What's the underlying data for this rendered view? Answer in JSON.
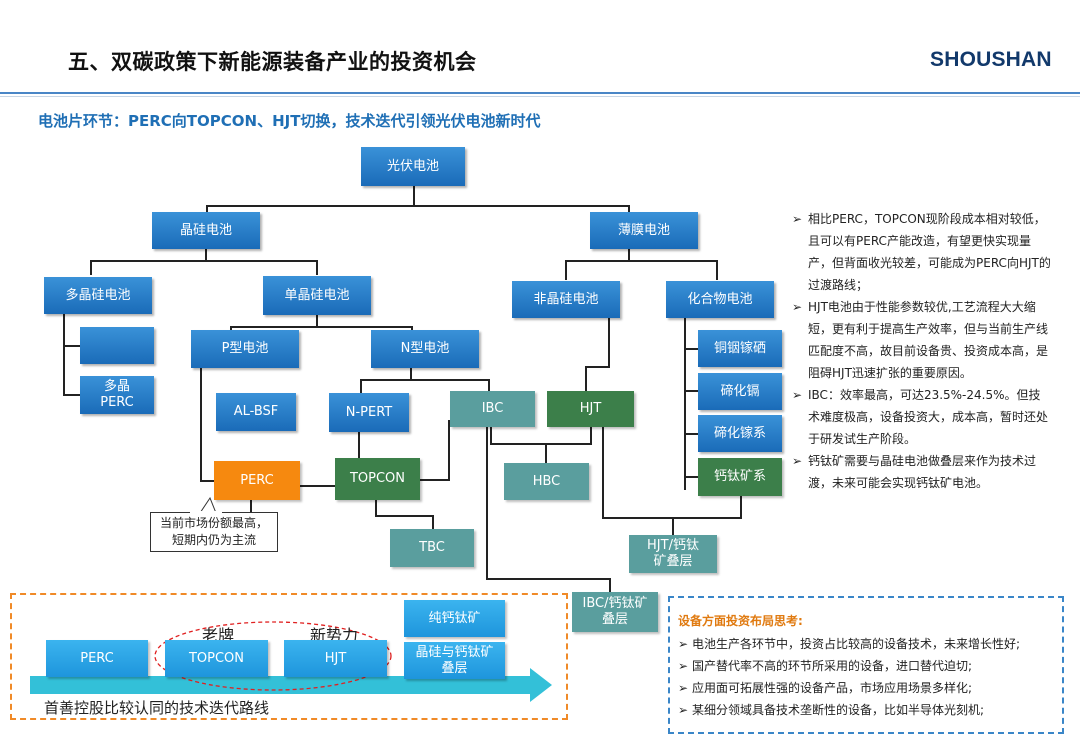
{
  "header": {
    "title": "五、双碳政策下新能源装备产业的投资机会",
    "logo": "SHOUSHAN",
    "subtitle": "电池片环节：PERC向TOPCON、HJT切换，技术迭代引领光伏电池新时代"
  },
  "tree": {
    "root": "光伏电池",
    "crystal": "晶硅电池",
    "thin_film": "薄膜电池",
    "multi": "多晶硅电池",
    "mono": "单晶硅电池",
    "amorphous": "非晶硅电池",
    "compound": "化合物电池",
    "multi_perc": "多晶\nPERC",
    "p_type": "P型电池",
    "n_type": "N型电池",
    "al_bsf": "AL-BSF",
    "n_pert": "N-PERT",
    "ibc": "IBC",
    "hjt": "HJT",
    "cigs": "铜铟镓硒",
    "cdte": "碲化镉",
    "czts": "碲化镓系",
    "perovskite": "钙钛矿系",
    "perc": "PERC",
    "topcon": "TOPCON",
    "hbc": "HBC",
    "tbc": "TBC",
    "hjt_perovskite": "HJT/钙钛\n矿叠层",
    "ibc_perovskite": "IBC/钙钛矿\n叠层"
  },
  "callout": "当前市场份额最高，\n短期内仍为主流",
  "bullets": [
    "相比PERC，TOPCON现阶段成本相对较低，且可以有PERC产能改造，有望更快实现量产，但背面收光较差，可能成为PERC向HJT的过渡路线；",
    "HJT电池由于性能参数较优,工艺流程大大缩短，更有利于提高生产效率，但与当前生产线匹配度不高，故目前设备贵、投资成本高，是阻碍HJT迅速扩张的重要原因。",
    "IBC：效率最高，可达23.5%-24.5%。但技术难度极高，设备投资大，成本高，暂时还处于研发试生产阶段。",
    "钙钛矿需要与晶硅电池做叠层来作为技术过渡，未来可能会实现钙钛矿电池。"
  ],
  "bullet_marker": "➢",
  "roadmap": {
    "old_label": "老牌",
    "new_label": "新势力",
    "perc": "PERC",
    "topcon": "TOPCON",
    "hjt": "HJT",
    "pure_perovskite": "纯钙钛矿",
    "stack": "晶硅与钙钛矿\n叠层",
    "caption": "首善控股比较认同的技术迭代路线"
  },
  "investment": {
    "title": "设备方面投资布局思考:",
    "items": [
      "电池生产各环节中，投资占比较高的设备技术，未来增长性好;",
      "国产替代率不高的环节所采用的设备，进口替代迫切;",
      "应用面可拓展性强的设备产品，市场应用场景多样化;",
      "某细分领域具备技术垄断性的设备，比如半导体光刻机;"
    ]
  }
}
